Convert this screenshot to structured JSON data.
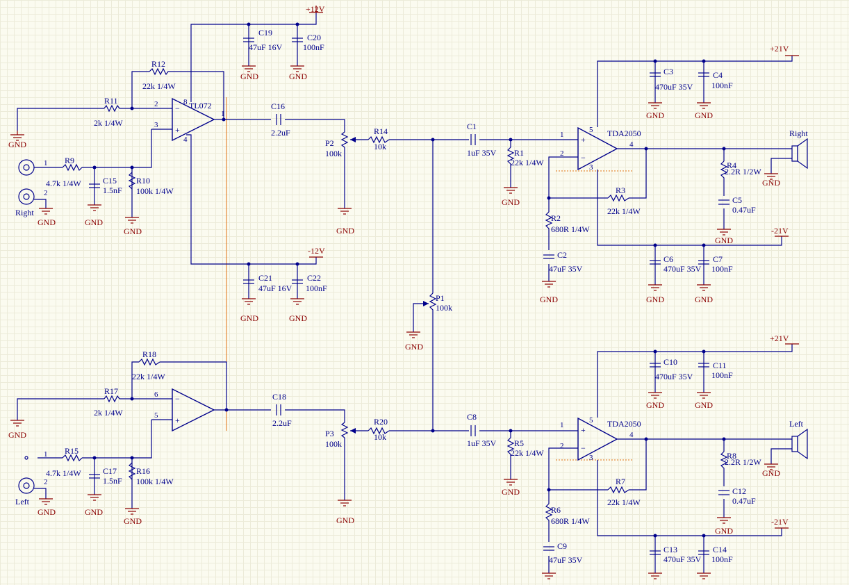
{
  "ic": {
    "u1": "TL072",
    "u2": "TDA2050",
    "u3": "TDA2050"
  },
  "components": {
    "R1": "R1",
    "R1v": "22k 1/4W",
    "R2": "R2",
    "R2v": "680R 1/4W",
    "R3": "R3",
    "R3v": "22k 1/4W",
    "R4": "R4",
    "R4v": "2.2R 1/2W",
    "R5": "R5",
    "R5v": "22k 1/4W",
    "R6": "R6",
    "R6v": "680R 1/4W",
    "R7": "R7",
    "R7v": "22k 1/4W",
    "R8": "R8",
    "R8v": "2.2R 1/2W",
    "R9": "R9",
    "R9v": "4.7k 1/4W",
    "R10": "R10",
    "R10v": "100k 1/4W",
    "R11": "R11",
    "R11v": "2k 1/4W",
    "R12": "R12",
    "R12v": "22k 1/4W",
    "R14": "R14",
    "R14v": "10k",
    "R15": "R15",
    "R15v": "4.7k 1/4W",
    "R16": "R16",
    "R16v": "100k 1/4W",
    "R17": "R17",
    "R17v": "2k 1/4W",
    "R18": "R18",
    "R18v": "22k 1/4W",
    "R20": "R20",
    "R20v": "10k",
    "C1": "C1",
    "C1v": "1uF 35V",
    "C2": "C2",
    "C2v": "47uF 35V",
    "C3": "C3",
    "C3v": "470uF 35V",
    "C4": "C4",
    "C4v": "100nF",
    "C5": "C5",
    "C5v": "0.47uF",
    "C6": "C6",
    "C6v": "470uF 35V",
    "C7": "C7",
    "C7v": "100nF",
    "C8": "C8",
    "C8v": "1uF 35V",
    "C9": "C9",
    "C9v": "47uF 35V",
    "C10": "C10",
    "C10v": "470uF 35V",
    "C11": "C11",
    "C11v": "100nF",
    "C12": "C12",
    "C12v": "0.47uF",
    "C13": "C13",
    "C13v": "470uF 35V",
    "C14": "C14",
    "C14v": "100nF",
    "C15": "C15",
    "C15v": "1.5nF",
    "C16": "C16",
    "C16v": "2.2uF",
    "C17": "C17",
    "C17v": "1.5nF",
    "C18": "C18",
    "C18v": "2.2uF",
    "C19": "C19",
    "C19v": "47uF 16V",
    "C20": "C20",
    "C20v": "100nF",
    "C21": "C21",
    "C21v": "47uF 16V",
    "C22": "C22",
    "C22v": "100nF",
    "P1": "P1",
    "P1v": "100k",
    "P2": "P2",
    "P2v": "100k",
    "P3": "P3",
    "P3v": "100k"
  },
  "power": {
    "p12": "+12V",
    "n12": "-12V",
    "p21": "+21V",
    "n21": "-21V",
    "gnd": "GND"
  },
  "io": {
    "right_in": "Right",
    "left_in": "Left",
    "right_spk": "Right",
    "left_spk": "Left"
  },
  "pins": {
    "p1": "1",
    "p2": "2",
    "p3": "3",
    "p4": "4",
    "p5": "5",
    "p6": "6",
    "p8": "8"
  }
}
